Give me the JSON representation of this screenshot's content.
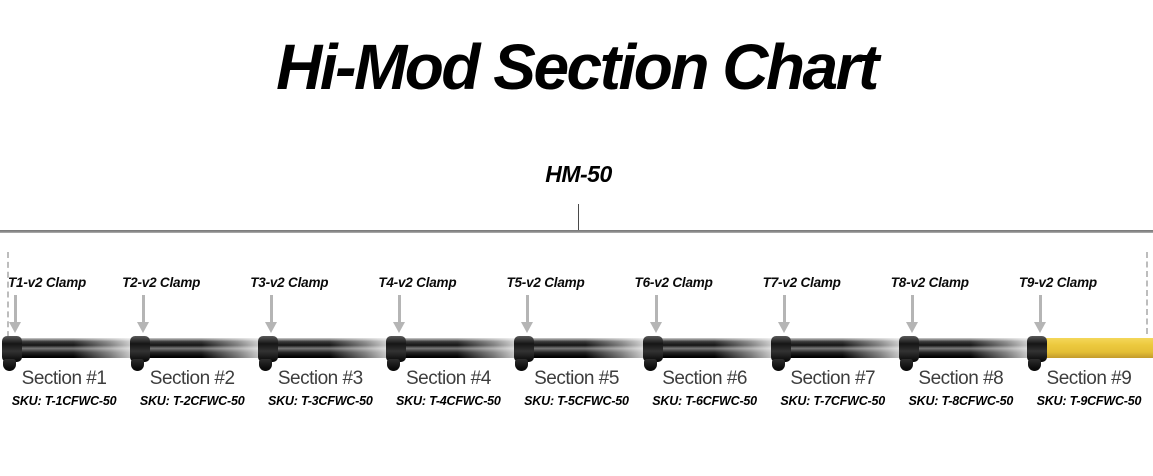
{
  "title": "Hi-Mod Section Chart",
  "assembly": {
    "model_label": "HM-50"
  },
  "sections": [
    {
      "clamp_label": "T1-v2 Clamp",
      "name": "Section #1",
      "sku": "SKU: T-1CFWC-50",
      "tip": false
    },
    {
      "clamp_label": "T2-v2 Clamp",
      "name": "Section #2",
      "sku": "SKU: T-2CFWC-50",
      "tip": false
    },
    {
      "clamp_label": "T3-v2 Clamp",
      "name": "Section #3",
      "sku": "SKU: T-3CFWC-50",
      "tip": false
    },
    {
      "clamp_label": "T4-v2 Clamp",
      "name": "Section #4",
      "sku": "SKU: T-4CFWC-50",
      "tip": false
    },
    {
      "clamp_label": "T5-v2 Clamp",
      "name": "Section #5",
      "sku": "SKU: T-5CFWC-50",
      "tip": false
    },
    {
      "clamp_label": "T6-v2 Clamp",
      "name": "Section #6",
      "sku": "SKU: T-6CFWC-50",
      "tip": false
    },
    {
      "clamp_label": "T7-v2 Clamp",
      "name": "Section #7",
      "sku": "SKU: T-7CFWC-50",
      "tip": false
    },
    {
      "clamp_label": "T8-v2 Clamp",
      "name": "Section #8",
      "sku": "SKU: T-8CFWC-50",
      "tip": false
    },
    {
      "clamp_label": "T9-v2 Clamp",
      "name": "Section #9",
      "sku": "SKU: T-9CFWC-50",
      "tip": true
    }
  ],
  "colors": {
    "tip_yellow": "#ECC93E",
    "arrow_gray": "#B5B5B5",
    "bracket_gray": "#8A8A8A",
    "pole_dark": "#1D1D1D"
  }
}
